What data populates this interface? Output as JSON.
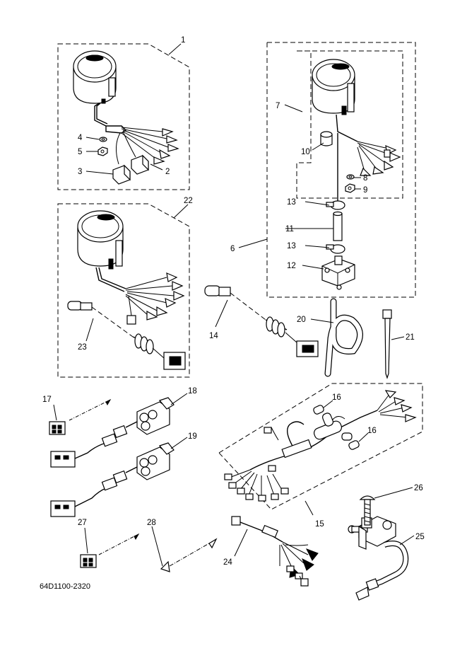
{
  "diagram": {
    "catalog_code": "64D1100-2320",
    "callouts": [
      {
        "id": "c1",
        "label": "1"
      },
      {
        "id": "c2",
        "label": "2"
      },
      {
        "id": "c3",
        "label": "3"
      },
      {
        "id": "c4",
        "label": "4"
      },
      {
        "id": "c5",
        "label": "5"
      },
      {
        "id": "c6",
        "label": "6"
      },
      {
        "id": "c7",
        "label": "7"
      },
      {
        "id": "c8",
        "label": "8"
      },
      {
        "id": "c9",
        "label": "9"
      },
      {
        "id": "c10",
        "label": "10"
      },
      {
        "id": "c11",
        "label": "11"
      },
      {
        "id": "c12",
        "label": "12"
      },
      {
        "id": "c13a",
        "label": "13"
      },
      {
        "id": "c13b",
        "label": "13"
      },
      {
        "id": "c14",
        "label": "14"
      },
      {
        "id": "c15",
        "label": "15"
      },
      {
        "id": "c16a",
        "label": "16"
      },
      {
        "id": "c16b",
        "label": "16"
      },
      {
        "id": "c17",
        "label": "17"
      },
      {
        "id": "c18",
        "label": "18"
      },
      {
        "id": "c19",
        "label": "19"
      },
      {
        "id": "c20",
        "label": "20"
      },
      {
        "id": "c21",
        "label": "21"
      },
      {
        "id": "c22",
        "label": "22"
      },
      {
        "id": "c23",
        "label": "23"
      },
      {
        "id": "c24",
        "label": "24"
      },
      {
        "id": "c25",
        "label": "25"
      },
      {
        "id": "c26",
        "label": "26"
      },
      {
        "id": "c27",
        "label": "27"
      },
      {
        "id": "c28",
        "label": "28"
      }
    ]
  }
}
